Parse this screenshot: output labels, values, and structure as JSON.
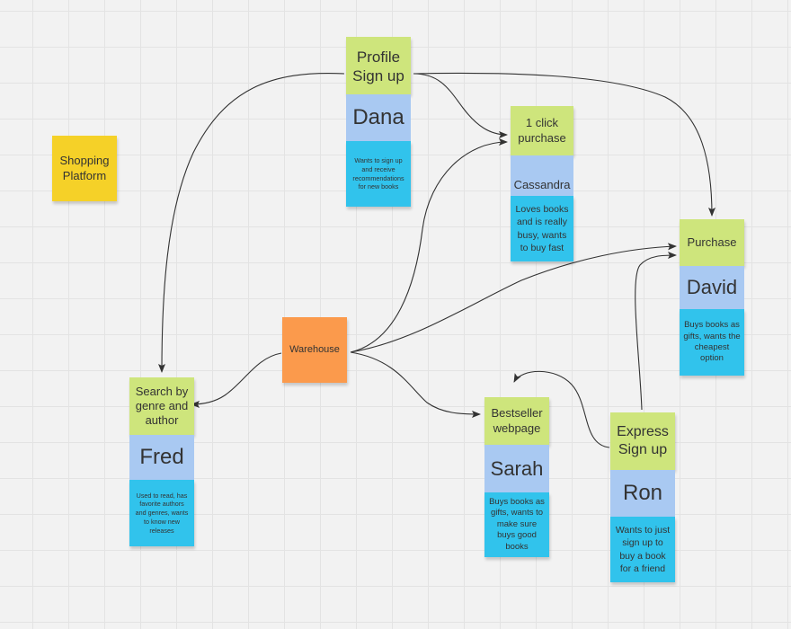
{
  "board": {
    "title_note": "Shopping\nPlatform",
    "hub_note": "Warehouse"
  },
  "colors": {
    "feature": "#cee57c",
    "persona": "#a9c9f2",
    "description": "#31c3ec",
    "title_note": "#f5d128",
    "hub_note": "#fb9a4c",
    "connector": "#333333"
  },
  "stacks": {
    "dana": {
      "feature": "Profile\nSign up",
      "persona": "Dana",
      "description": "Wants to sign up\nand receive\nrecommendations\nfor new books"
    },
    "cassandra": {
      "feature": "1 click\npurchase",
      "persona": "Cassandra",
      "description": "Loves books\nand is really\nbusy, wants\nto buy fast"
    },
    "david": {
      "feature": "Purchase",
      "persona": "David",
      "description": "Buys books as\ngifts, wants the\ncheapest\noption"
    },
    "fred": {
      "feature": "Search by\ngenre and\nauthor",
      "persona": "Fred",
      "description": "Used to read, has\nfavorite authors\nand genres, wants\nto know new\nreleases"
    },
    "sarah": {
      "feature": "Bestseller\nwebpage",
      "persona": "Sarah",
      "description": "Buys books as\ngifts, wants to\nmake sure\nbuys good\nbooks"
    },
    "ron": {
      "feature": "Express\nSign up",
      "persona": "Ron",
      "description": "Wants to just\nsign up to\nbuy a book\nfor a friend"
    }
  }
}
